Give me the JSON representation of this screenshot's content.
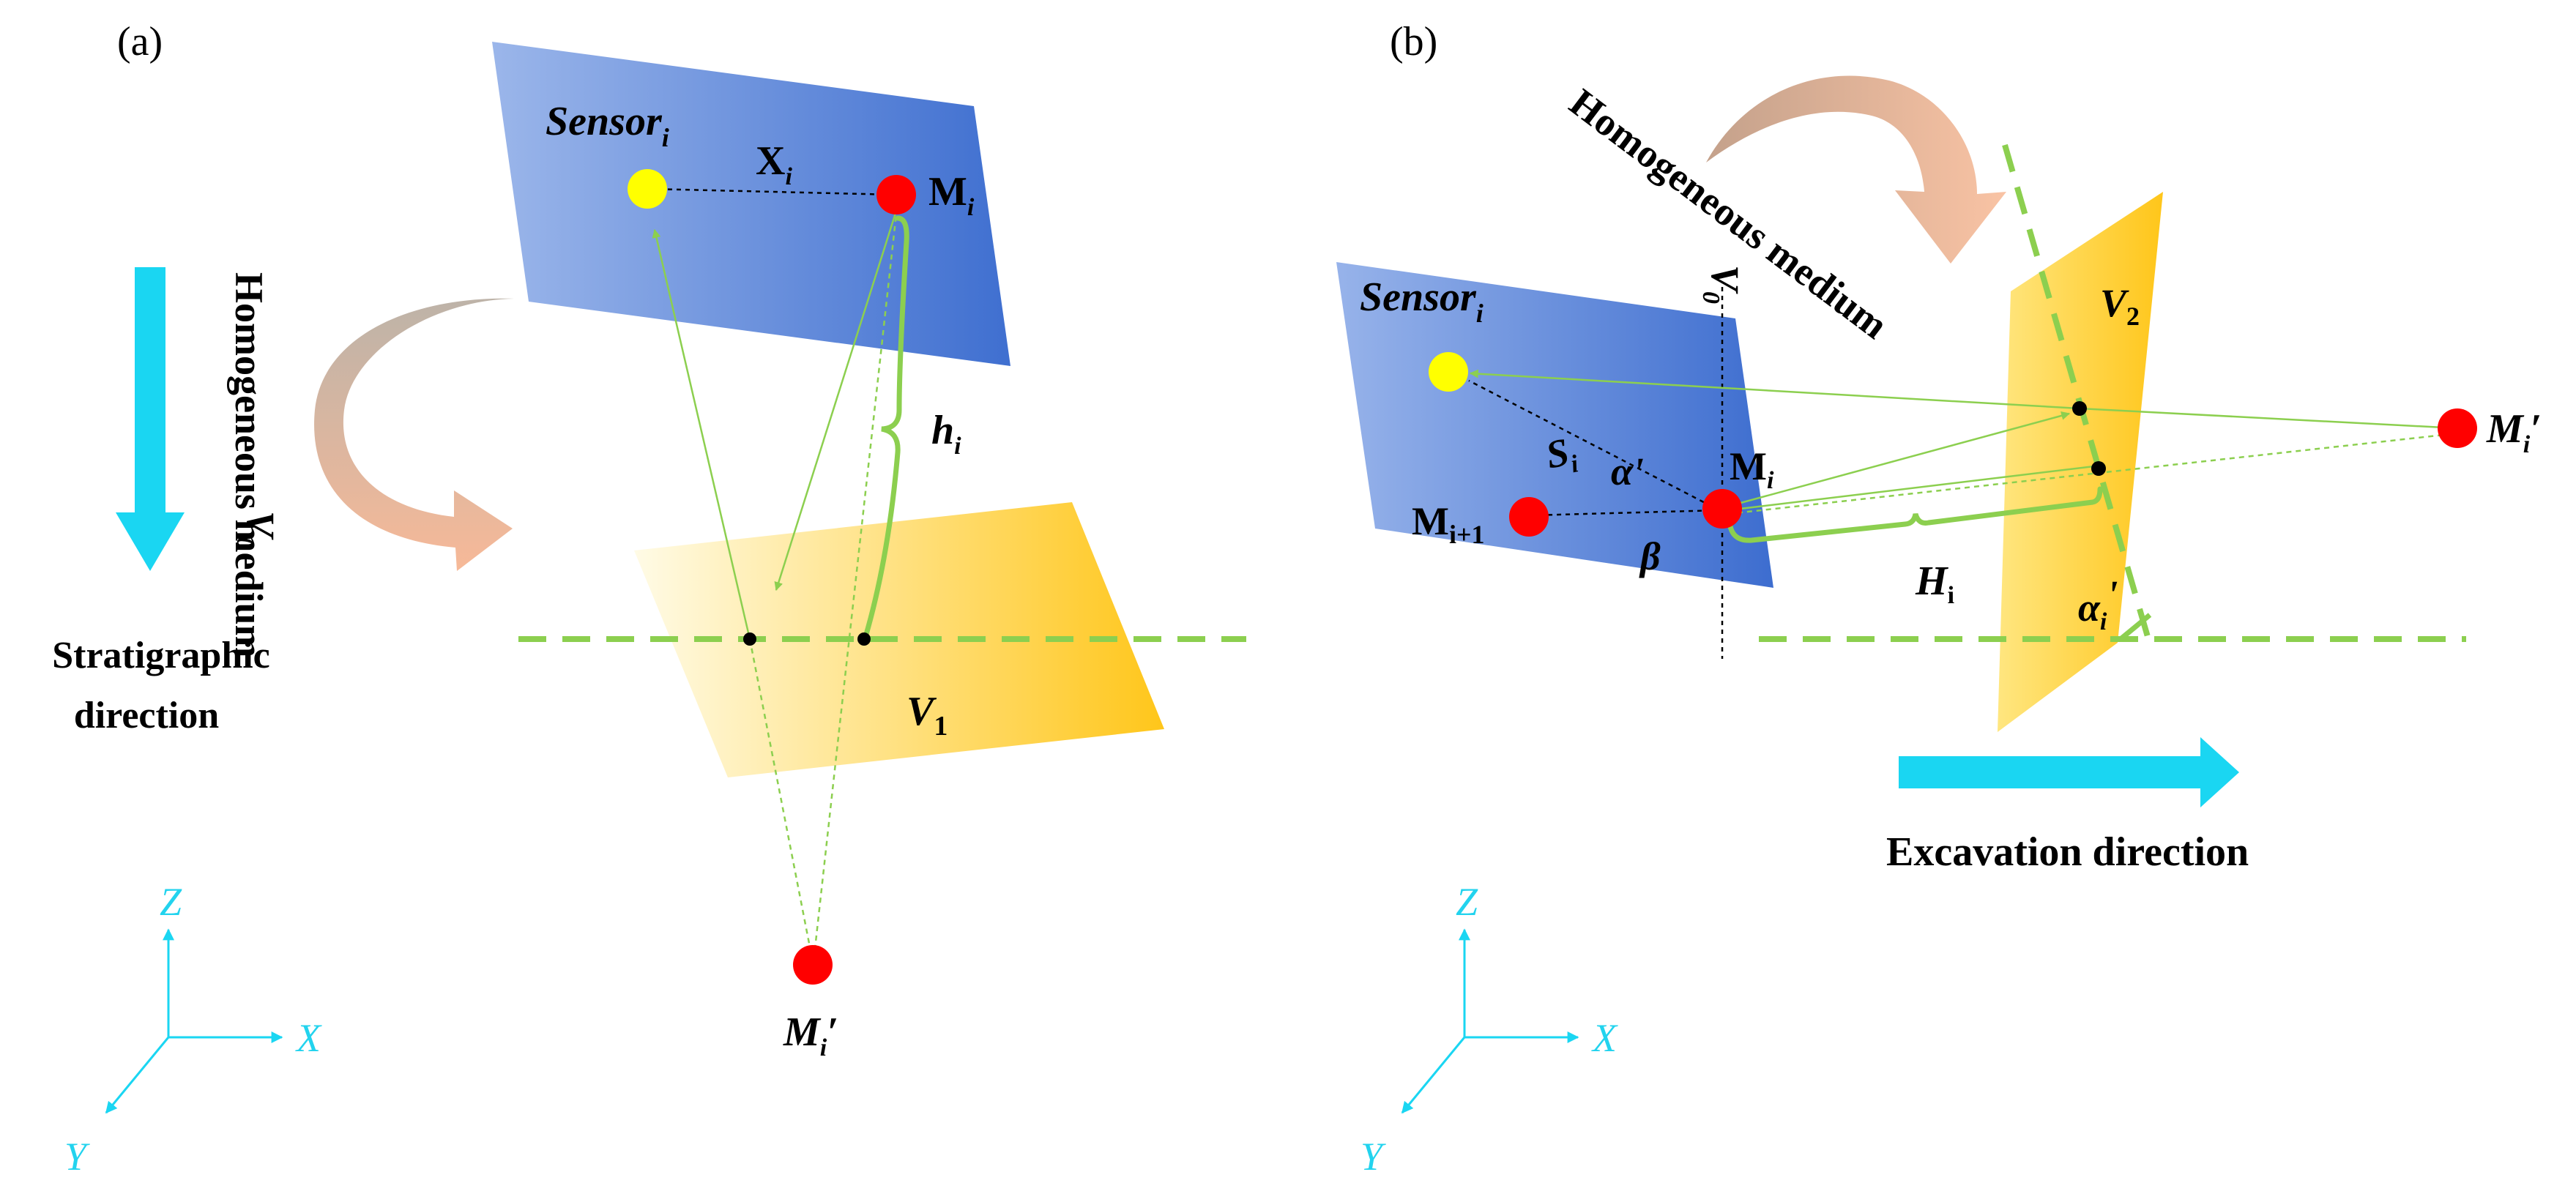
{
  "panels": {
    "a": {
      "tag": "(a)",
      "sensor": "Sensor",
      "sensor_sub": "i",
      "x_label": "X",
      "x_sub": "i",
      "m_label": "M",
      "m_sub": "i",
      "h_label": "h",
      "h_sub": "i",
      "v0_label": "V",
      "v0_sub": "0",
      "v1_label": "V",
      "v1_sub": "1",
      "mirror_label": "M",
      "mirror_sub": "i",
      "mirror_prime": "′",
      "medium": "Homogeneous medium",
      "direction_line1": "Stratigraphic",
      "direction_line2": "direction"
    },
    "b": {
      "tag": "(b)",
      "sensor": "Sensor",
      "sensor_sub": "i",
      "v0_label": "V",
      "v0_sub": "0",
      "v2_label": "V",
      "v2_sub": "2",
      "m_label": "M",
      "m_sub": "i",
      "m_next_label": "M",
      "m_next_sub": "i+1",
      "s_label": "S",
      "s_sub": "i",
      "alpha_label": "α'",
      "beta_label": "β",
      "hh_label": "H",
      "hh_sub": "i",
      "alpha_i_label": "α",
      "alpha_i_sub": "i",
      "alpha_i_prime": "'",
      "mirror_label": "M",
      "mirror_sub": "i",
      "mirror_prime": "′",
      "medium": "Homogeneous medium",
      "excavation": "Excavation direction"
    }
  },
  "axes": {
    "z": "Z",
    "x": "X",
    "y": "Y"
  },
  "colors": {
    "blue_plane": "#4f7fd8",
    "yellow_plane": "#ffd23f",
    "green": "#8ccf4f",
    "cyan": "#1ad6f2",
    "red": "#ff0000",
    "sensor": "#ffff00"
  },
  "icons": [
    "curved-arrow-icon",
    "down-arrow-icon",
    "right-arrow-icon"
  ]
}
